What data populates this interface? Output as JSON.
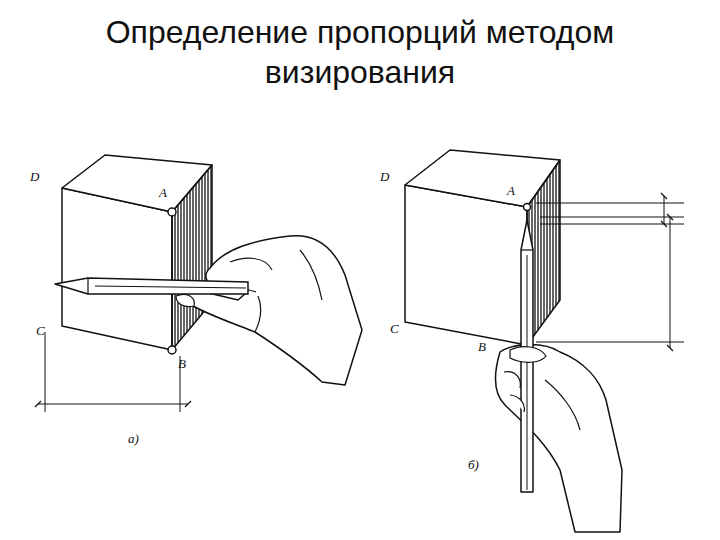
{
  "diagram": {
    "title": "Определение пропорций методом визирования",
    "labels": [
      "D",
      "A",
      "C",
      "B",
      "а)",
      "D",
      "A",
      "C",
      "B",
      "б)"
    ]
  }
}
